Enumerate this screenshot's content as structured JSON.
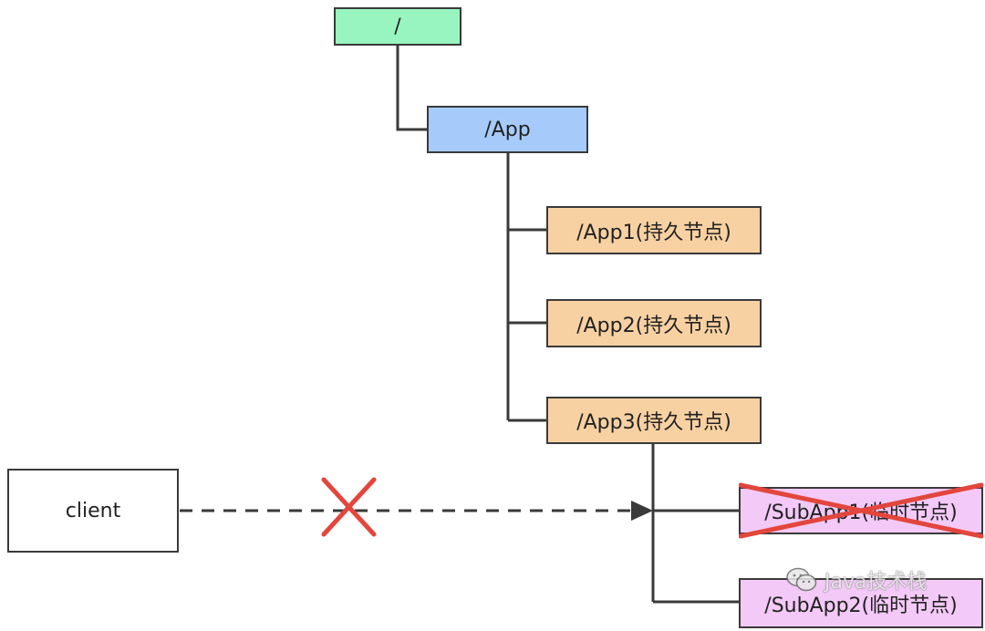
{
  "nodes": {
    "root": {
      "label": "/",
      "color": "#99f5c0"
    },
    "app": {
      "label": "/App",
      "color": "#a6cbfb"
    },
    "app1": {
      "label": "/App1(持久节点)",
      "color": "#f8d1a3"
    },
    "app2": {
      "label": "/App2(持久节点)",
      "color": "#f8d1a3"
    },
    "app3": {
      "label": "/App3(持久节点)",
      "color": "#f8d1a3"
    },
    "subapp1": {
      "label": "/SubApp1(临时节点)",
      "color": "#f3c9f7",
      "state": "deleted"
    },
    "subapp2": {
      "label": "/SubApp2(临时节点)",
      "color": "#f3c9f7"
    },
    "client": {
      "label": "client",
      "color": "#ffffff"
    }
  },
  "connection": {
    "style": "dashed",
    "state": "disconnected",
    "mark": "red-x"
  },
  "colors": {
    "line": "#3a3a3a",
    "cross": "#e2463c"
  },
  "watermark": {
    "icon": "wechat-icon",
    "text": "Java技术栈"
  }
}
